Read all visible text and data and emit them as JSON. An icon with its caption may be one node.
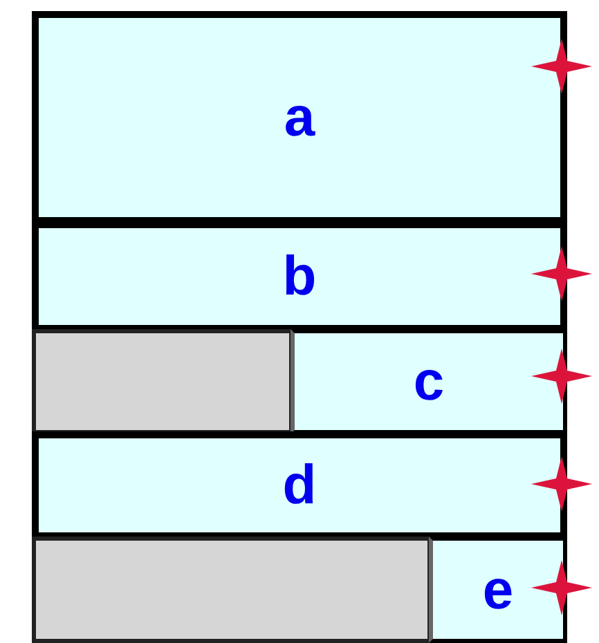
{
  "diagram": {
    "nodes": [
      {
        "text": [
          "a"
        ]
      },
      {
        "text": [
          "b"
        ]
      },
      {
        "text": [],
        "shape": "box"
      },
      {
        "text": [
          "c"
        ]
      },
      {
        "text": [
          "d"
        ]
      },
      {
        "text": [],
        "shape": "box"
      },
      {
        "text": [
          "e"
        ]
      }
    ]
  }
}
